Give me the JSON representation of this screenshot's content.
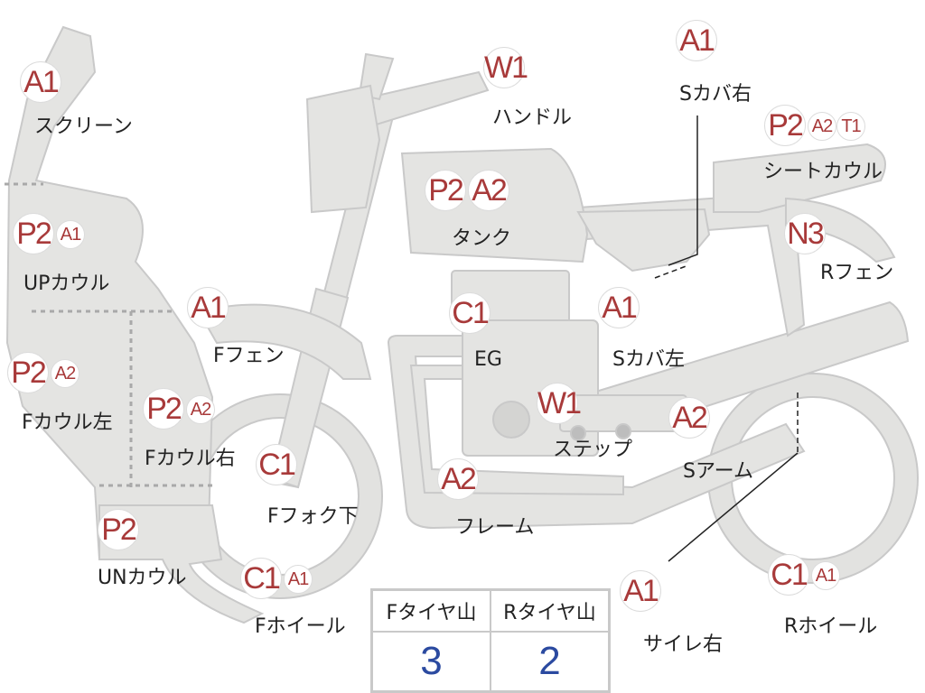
{
  "parts": [
    {
      "name": "screen",
      "label": "スクリーン",
      "badges": [
        "A1"
      ]
    },
    {
      "name": "handle",
      "label": "ハンドル",
      "badges": [
        "W1"
      ]
    },
    {
      "name": "s-cover-right",
      "label": "Sカバ右",
      "badges": [
        "A1"
      ]
    },
    {
      "name": "seat-cowl",
      "label": "シートカウル",
      "badges": [
        "P2",
        "A2",
        "T1"
      ]
    },
    {
      "name": "tank",
      "label": "タンク",
      "badges": [
        "P2",
        "A2"
      ]
    },
    {
      "name": "up-cowl",
      "label": "UPカウル",
      "badges": [
        "P2",
        "A1"
      ]
    },
    {
      "name": "r-fender",
      "label": "Rフェン",
      "badges": [
        "N3"
      ]
    },
    {
      "name": "f-fender",
      "label": "Fフェン",
      "badges": [
        "A1"
      ]
    },
    {
      "name": "engine",
      "label": "EG",
      "badges": [
        "C1"
      ]
    },
    {
      "name": "s-cover-left",
      "label": "Sカバ左",
      "badges": [
        "A1"
      ]
    },
    {
      "name": "f-cowl-left",
      "label": "Fカウル左",
      "badges": [
        "P2",
        "A2"
      ]
    },
    {
      "name": "f-cowl-right",
      "label": "Fカウル右",
      "badges": [
        "P2",
        "A2"
      ]
    },
    {
      "name": "step",
      "label": "ステップ",
      "badges": [
        "W1"
      ]
    },
    {
      "name": "s-arm",
      "label": "Sアーム",
      "badges": [
        "A2"
      ]
    },
    {
      "name": "f-fork-lower",
      "label": "Fフォク下",
      "badges": [
        "C1"
      ]
    },
    {
      "name": "frame",
      "label": "フレーム",
      "badges": [
        "A2"
      ]
    },
    {
      "name": "un-cowl",
      "label": "UNカウル",
      "badges": [
        "P2"
      ]
    },
    {
      "name": "f-wheel",
      "label": "Fホイール",
      "badges": [
        "C1",
        "A1"
      ]
    },
    {
      "name": "silencer-right",
      "label": "サイレ右",
      "badges": [
        "A1"
      ]
    },
    {
      "name": "r-wheel",
      "label": "Rホイール",
      "badges": [
        "C1",
        "A1"
      ]
    }
  ],
  "tire": {
    "front_header": "Fタイヤ山",
    "front_value": "3",
    "rear_header": "Rタイヤ山",
    "rear_value": "2"
  },
  "colors": {
    "part_fill": "#e4e4e2",
    "part_stroke": "#c6c6c6",
    "badge_text": "#a83a3a",
    "value_text": "#2b4aa0"
  }
}
